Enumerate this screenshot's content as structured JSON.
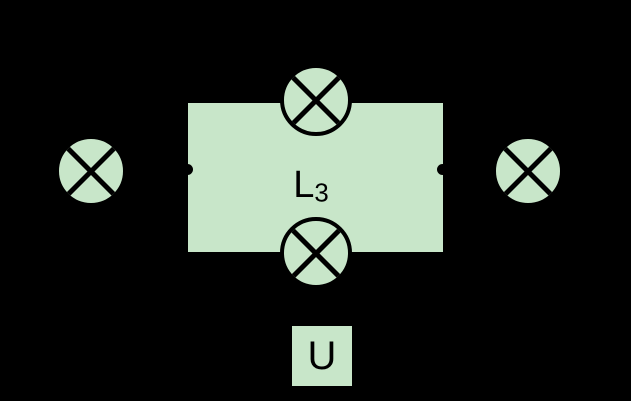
{
  "diagram": {
    "type": "circuit-diagram",
    "colors": {
      "background": "#000000",
      "shape_fill": "#c8e6c9",
      "stroke": "#000000"
    },
    "labels": {
      "lamp3": {
        "base": "L",
        "subscript": "3"
      },
      "source": "U"
    },
    "icons": [
      {
        "name": "lamp-icon-left",
        "glyph": "circle-with-x"
      },
      {
        "name": "lamp-icon-top",
        "glyph": "circle-with-x"
      },
      {
        "name": "lamp-icon-bottom",
        "glyph": "circle-with-x"
      },
      {
        "name": "lamp-icon-right",
        "glyph": "circle-with-x"
      },
      {
        "name": "junction-dot-left",
        "glyph": "filled-circle"
      },
      {
        "name": "junction-dot-right",
        "glyph": "filled-circle"
      }
    ]
  }
}
